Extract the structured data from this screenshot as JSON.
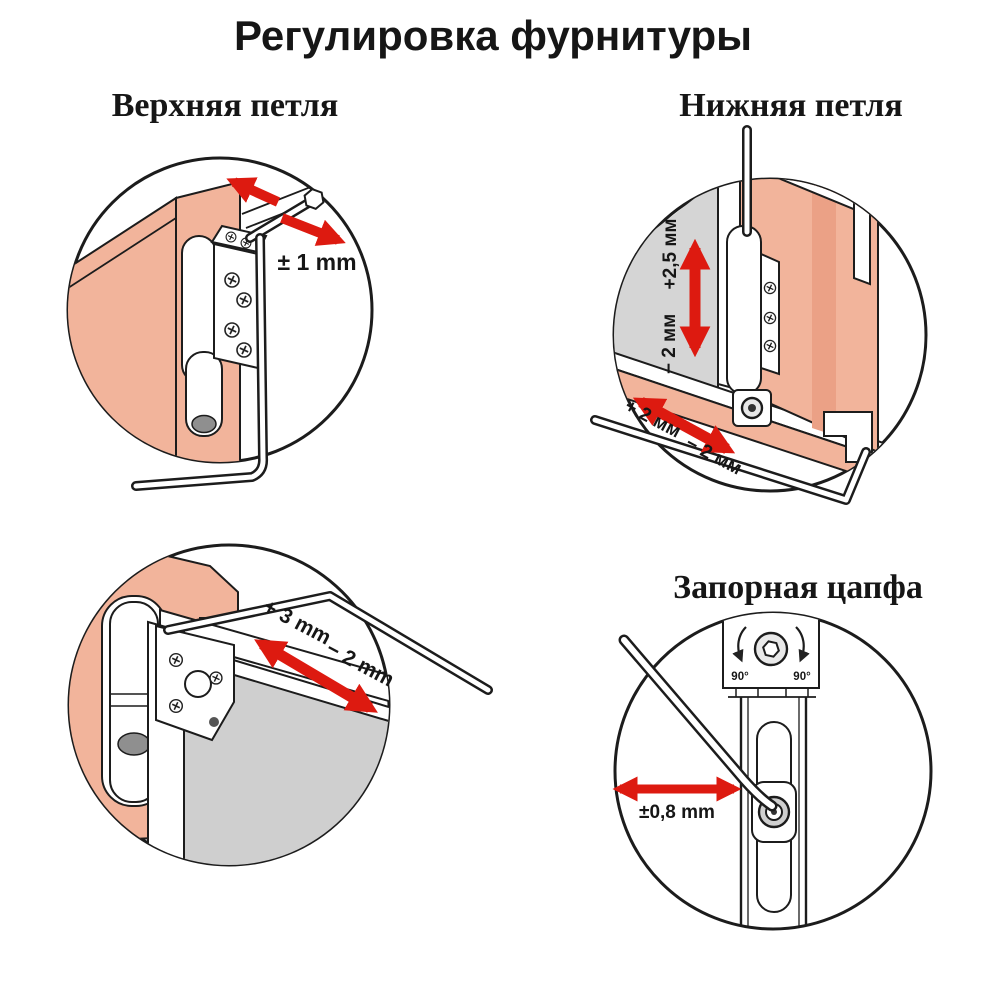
{
  "title": "Регулировка фурнитуры",
  "colors": {
    "arrow_red": "#dd1a10",
    "frame_salmon": "#f2b49b",
    "frame_salmon_dark": "#eba186",
    "background_gray": "#d5d5d5",
    "glass_gray": "#cfcfcf",
    "outline_black": "#1c1c1c"
  },
  "sections": {
    "top_hinge": {
      "heading": "Верхняя петля",
      "horizontal_adjustment": "± 1 mm"
    },
    "bottom_hinge": {
      "heading": "Нижняя петля",
      "vertical_up": "+2,5 мм",
      "vertical_down": "− 2 мм",
      "horizontal_left": "+ 2 мм",
      "horizontal_right": "− 2 мм"
    },
    "corner_hinge": {
      "depth_plus": "+ 3 mm",
      "depth_minus": "− 2 mm"
    },
    "locking_cam": {
      "heading": "Запорная цапфа",
      "rotate_left": "90°",
      "rotate_right": "90°",
      "lateral_adjustment": "±0,8 mm"
    }
  }
}
